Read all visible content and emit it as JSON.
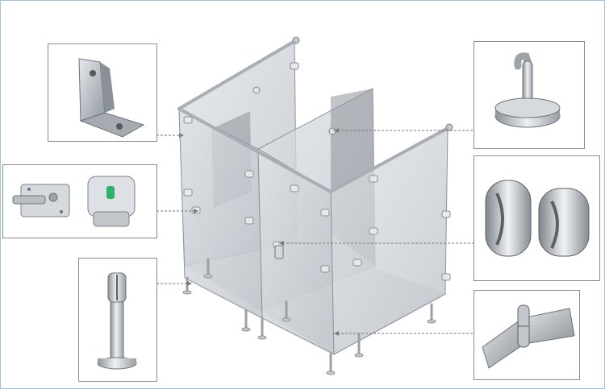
{
  "figure": {
    "background": "#ffffff",
    "frame_color": "#9cc4de",
    "glass_color": "#c9cdd3",
    "glass_dark_color": "#9ea3aa",
    "metal_color": "#b7bcc2",
    "leader_color": "#7a7a7a",
    "indicator_color": "#2fb36b"
  },
  "callouts": [
    {
      "id": "corner-bracket",
      "icon": "corner-bracket-icon",
      "side": "left"
    },
    {
      "id": "door-lock",
      "icon": "door-lock-icon",
      "side": "left"
    },
    {
      "id": "support-leg",
      "icon": "support-leg-icon",
      "side": "left"
    },
    {
      "id": "coat-hook",
      "icon": "coat-hook-icon",
      "side": "right"
    },
    {
      "id": "door-knob",
      "icon": "door-knob-icon",
      "side": "right"
    },
    {
      "id": "hinge",
      "icon": "hinge-icon",
      "side": "right"
    }
  ]
}
